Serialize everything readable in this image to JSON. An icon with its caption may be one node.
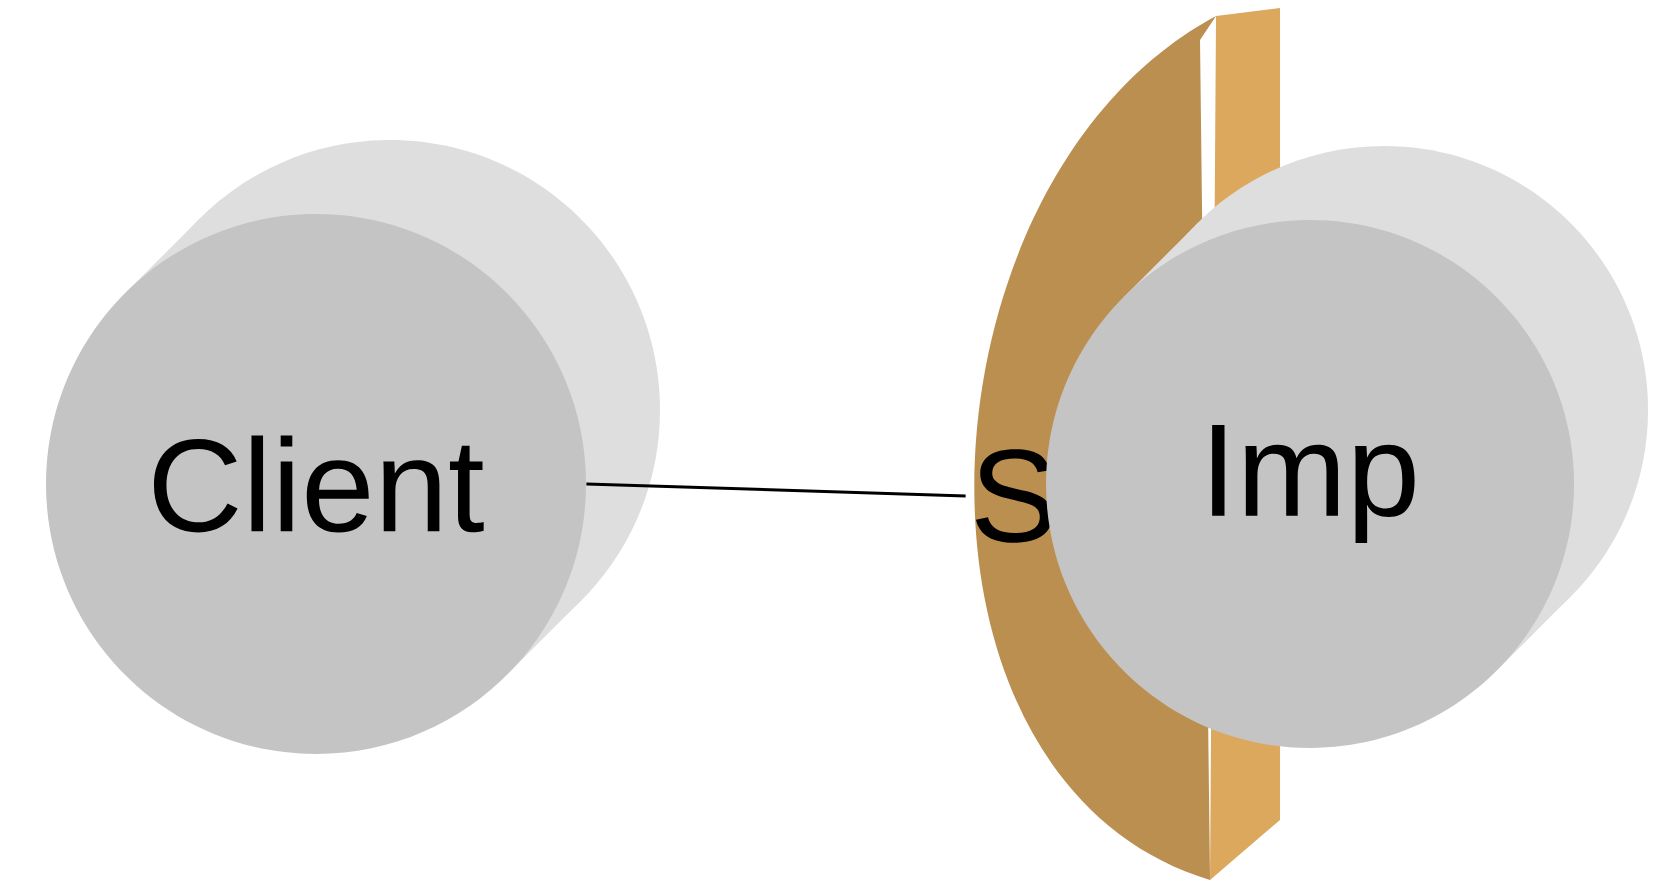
{
  "diagram": {
    "nodes": [
      {
        "text": [
          "Client"
        ]
      },
      {
        "text": [
          "S"
        ]
      },
      {
        "text": [
          "Imp"
        ]
      }
    ],
    "edges": [
      {
        "from": 0,
        "to": 1,
        "arrow": "none"
      }
    ]
  }
}
